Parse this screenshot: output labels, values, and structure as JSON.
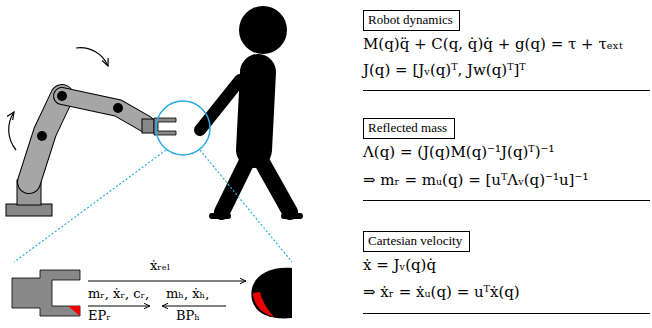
{
  "diagram": {
    "nodes": [
      {
        "text": [
          "Robot dynamics"
        ]
      },
      {
        "text": [
          "Reflected mass"
        ]
      },
      {
        "text": [
          "Cartesian velocity"
        ]
      }
    ],
    "labels": [
      "M(q)q̈ + C(q, q̇)q̇ + g(q) = τ + τₑₓₜ",
      "J(q) = [Jᵥ(q)ᵀ, Jw(q)ᵀ]ᵀ",
      "Λ(q) = (J(q)M(q)⁻¹J(q)ᵀ)⁻¹",
      "⇒ mᵣ = mᵤ(q) = [uᵀΛᵥ(q)⁻¹u]⁻¹",
      "ẋ = Jᵥ(q)q̇",
      "⇒ ẋᵣ = ẋᵤ(q) = uᵀẋ(q)",
      "ẋᵣₑₗ",
      "mᵣ, ẋᵣ, cᵣ,",
      "EPᵣ",
      "mₕ, ẋₕ,",
      "BPₕ"
    ]
  }
}
